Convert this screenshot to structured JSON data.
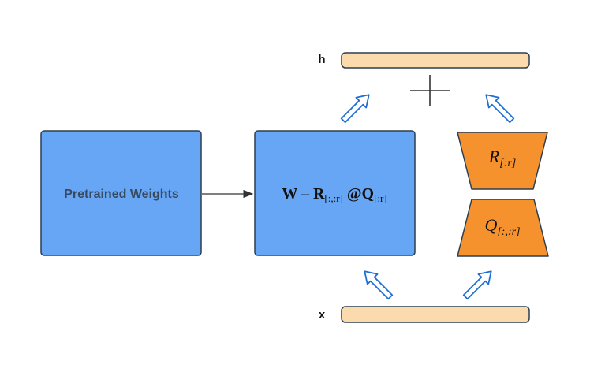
{
  "labels": {
    "h": "h",
    "x": "x",
    "pretrained": "Pretrained Weights"
  },
  "formula": {
    "w": "W",
    "minus": " – ",
    "r": "R",
    "r_sub": "[:,:r]",
    "at": " @",
    "q": "Q",
    "q_sub": "[:r]"
  },
  "r_box": {
    "symbol": "R",
    "sub": "[:r]"
  },
  "q_box": {
    "symbol": "Q",
    "sub": "[:,:r]"
  },
  "colors": {
    "blue_fill": "#66a6f5",
    "border": "#2c3e50",
    "orange_fill": "#f6922e",
    "bar_fill": "#fbdbae",
    "arrow": "#1f6fd6",
    "text_dark": "#3a4a5e"
  },
  "icons": {
    "plus": "plus-icon",
    "arrow": "hollow-arrow-icon"
  }
}
